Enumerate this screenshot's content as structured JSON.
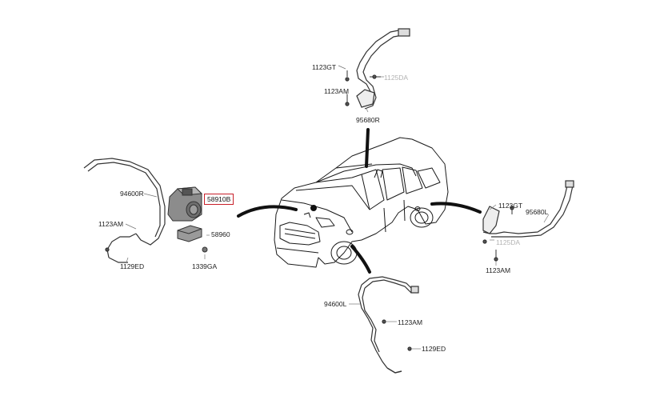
{
  "labels": {
    "front_wheel_sensor_right": "95680R",
    "front_wheel_sensor_left": "95680L",
    "rear_wheel_sensor_right": "94600R",
    "rear_wheel_sensor_left": "94600L",
    "abs_module": "58910B",
    "abs_bracket": "58960",
    "bolt_1123gt_top": "1123GT",
    "bolt_1123gt_right": "1123GT",
    "bolt_1123am_top": "1123AM",
    "bolt_1123am_left": "1123AM",
    "bolt_1123am_right": "1123AM",
    "bolt_1123am_bottom": "1123AM",
    "clip_1125da_top": "1125DA",
    "clip_1125da_right": "1125DA",
    "bolt_1129ed_left": "1129ED",
    "bolt_1129ed_bottom": "1129ED",
    "nut_1339ga": "1339GA"
  },
  "colors": {
    "highlight": "#c8202a",
    "line": "#111111",
    "faded_label": "#b3b3b3"
  }
}
